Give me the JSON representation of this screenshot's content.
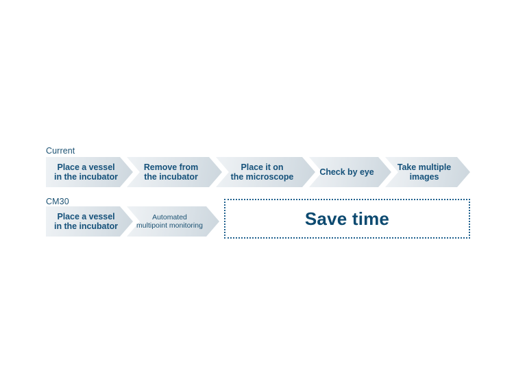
{
  "diagram": {
    "title_rows": {
      "current_label": "Current",
      "cm30_label": "CM30"
    },
    "colors": {
      "text_blue": "#15517a",
      "label_blue": "#1c5273",
      "save_time_blue": "#0d4a70",
      "arrow_light": "#eef2f5",
      "arrow_dark": "#ccd6dd",
      "dotted_border": "#1c5e8c",
      "background": "#ffffff"
    },
    "rows": [
      {
        "name": "current",
        "label": "Current",
        "steps": [
          {
            "text": "Place a vessel\nin the incubator",
            "emphasis": "bold"
          },
          {
            "text": "Remove from\nthe incubator",
            "emphasis": "bold"
          },
          {
            "text": "Place it on\nthe microscope",
            "emphasis": "bold"
          },
          {
            "text": "Check by eye",
            "emphasis": "bold"
          },
          {
            "text": "Take multiple\nimages",
            "emphasis": "bold"
          }
        ]
      },
      {
        "name": "cm30",
        "label": "CM30",
        "steps": [
          {
            "text": "Place a vessel\nin the incubator",
            "emphasis": "bold"
          },
          {
            "text": "Automated\nmultipoint monitoring",
            "emphasis": "light"
          }
        ],
        "callout": {
          "text": "Save time",
          "style": "dotted-box"
        }
      }
    ]
  }
}
